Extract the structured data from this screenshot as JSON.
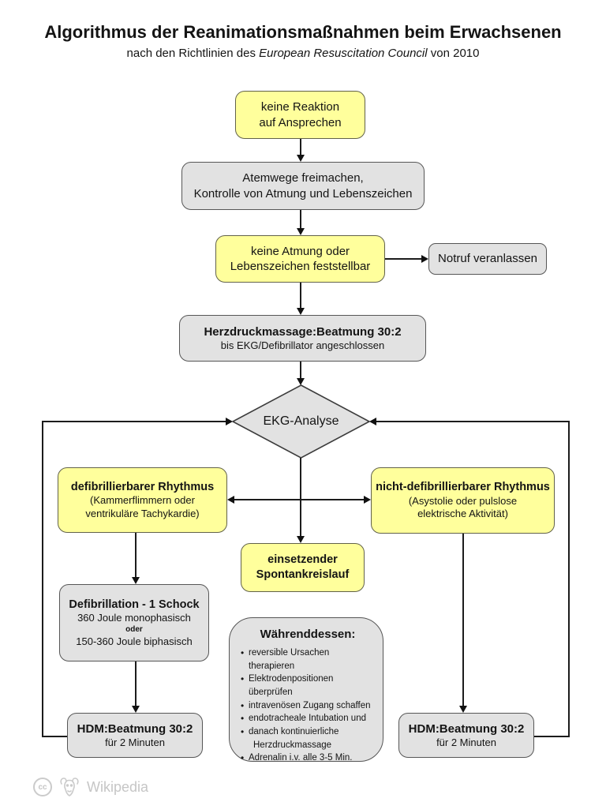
{
  "header": {
    "title": "Algorithmus der Reanimationsmaßnahmen beim Erwachsenen",
    "subtitle_prefix": "nach den Richtlinien des ",
    "subtitle_italic": "European Resuscitation Council",
    "subtitle_suffix": " von 2010"
  },
  "nodes": {
    "no_reaction": {
      "line1": "keine Reaktion",
      "line2": "auf Ansprechen"
    },
    "airway": {
      "line1": "Atemwege freimachen,",
      "line2": "Kontrolle von Atmung und Lebenszeichen"
    },
    "no_breathing": {
      "line1": "keine Atmung oder",
      "line2": "Lebenszeichen feststellbar"
    },
    "emergency_call": {
      "line1": "Notruf veranlassen"
    },
    "cpr_30_2": {
      "line1": "Herzdruckmassage:Beatmung 30:2",
      "line2": "bis EKG/Defibrillator angeschlossen"
    },
    "ecg_analysis": {
      "line1": "EKG-Analyse"
    },
    "shockable": {
      "line1": "defibrillierbarer Rhythmus",
      "line2": "(Kammerflimmern oder",
      "line3": "ventrikuläre Tachykardie)"
    },
    "non_shockable": {
      "line1": "nicht-defibrillierbarer Rhythmus",
      "line2": "(Asystolie oder pulslose",
      "line3": "elektrische Aktivität)"
    },
    "rosc": {
      "line1": "einsetzender",
      "line2": "Spontankreislauf"
    },
    "defibrillation": {
      "line1": "Defibrillation - 1 Schock",
      "line2": "360 Joule monophasisch",
      "line3": "oder",
      "line4": "150-360 Joule biphasisch"
    },
    "during": {
      "title": "Währenddessen:",
      "items": [
        "reversible Ursachen therapieren",
        "Elektrodenpositionen überprüfen",
        "intravenösen Zugang schaffen",
        "endotracheale Intubation und",
        "danach kontinuierliche",
        "Herzdruckmassage",
        "Adrenalin i.v. alle 3-5 Min."
      ]
    },
    "cpr_left": {
      "line1": "HDM:Beatmung 30:2",
      "line2": "für 2 Minuten"
    },
    "cpr_right": {
      "line1": "HDM:Beatmung 30:2",
      "line2": "für 2 Minuten"
    }
  },
  "footer": {
    "cc_label": "cc",
    "wikipedia_label": "Wikipedia"
  },
  "colors": {
    "node_yellow": "#ffff9c",
    "node_gray": "#e2e2e2",
    "line": "#1c1c1c",
    "footer_gray": "#c6c6c6"
  }
}
